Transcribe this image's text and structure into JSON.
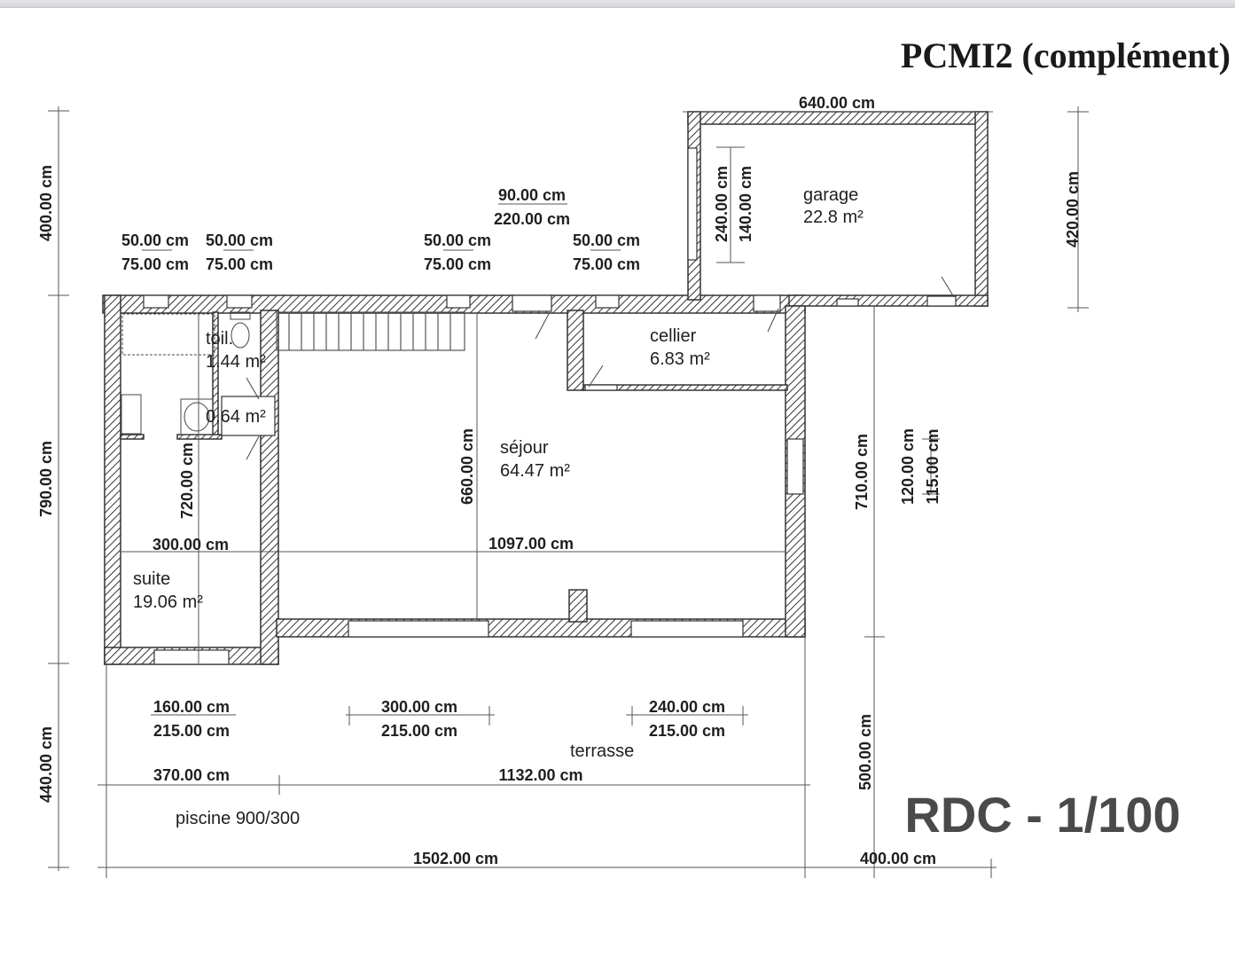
{
  "document": {
    "title": "PCMI2 (complément)",
    "scale_label": "RDC - 1/100"
  },
  "rooms": {
    "garage": {
      "name": "garage",
      "area": "22.8 m²"
    },
    "cellier": {
      "name": "cellier",
      "area": "6.83 m²"
    },
    "sejour": {
      "name": "séjour",
      "area": "64.47 m²"
    },
    "suite": {
      "name": "suite",
      "area": "19.06 m²"
    },
    "toilet": {
      "name": "toil.",
      "area": "1.44 m²"
    },
    "closet": {
      "area": "0.64 m²"
    },
    "terrasse": {
      "name": "terrasse"
    },
    "piscine": {
      "name": "piscine 900/300"
    }
  },
  "dimensions": {
    "garage_width": "640.00 cm",
    "garage_depth_right": "420.00 cm",
    "garage_door_w": "240.00 cm",
    "garage_door_h": "140.00 cm",
    "door_top_w": "90.00 cm",
    "door_top_h": "220.00 cm",
    "win1_w": "50.00 cm",
    "win1_h": "75.00 cm",
    "win2_w": "50.00 cm",
    "win2_h": "75.00 cm",
    "win3_w": "50.00 cm",
    "win3_h": "75.00 cm",
    "win4_w": "50.00 cm",
    "win4_h": "75.00 cm",
    "left_top": "400.00 cm",
    "left_mid": "790.00 cm",
    "left_bottom": "440.00 cm",
    "suite_width": "300.00 cm",
    "suite_inner_height": "720.00 cm",
    "sejour_height": "660.00 cm",
    "sejour_width": "1097.00 cm",
    "right_mid": "710.00 cm",
    "right_bottom": "500.00 cm",
    "side_win_w": "120.00 cm",
    "side_win_h": "115.00 cm",
    "bay1_w": "160.00 cm",
    "bay1_h": "215.00 cm",
    "bay2_w": "300.00 cm",
    "bay2_h": "215.00 cm",
    "bay3_w": "240.00 cm",
    "bay3_h": "215.00 cm",
    "seg_left": "370.00 cm",
    "seg_right": "1132.00 cm",
    "total_width": "1502.00 cm",
    "extra_width": "400.00 cm"
  }
}
